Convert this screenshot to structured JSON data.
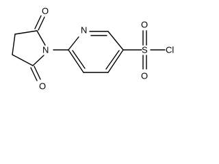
{
  "molecule": {
    "atoms": {
      "o_top": "O",
      "o_bottom": "O",
      "n_imide": "N",
      "n_pyridine": "N",
      "sulfur": "S",
      "o_sulfonyl_top": "O",
      "o_sulfonyl_bottom": "O",
      "chlorine": "Cl"
    }
  },
  "colors": {
    "bond": "#000000",
    "text": "#000000",
    "background": "#ffffff"
  }
}
